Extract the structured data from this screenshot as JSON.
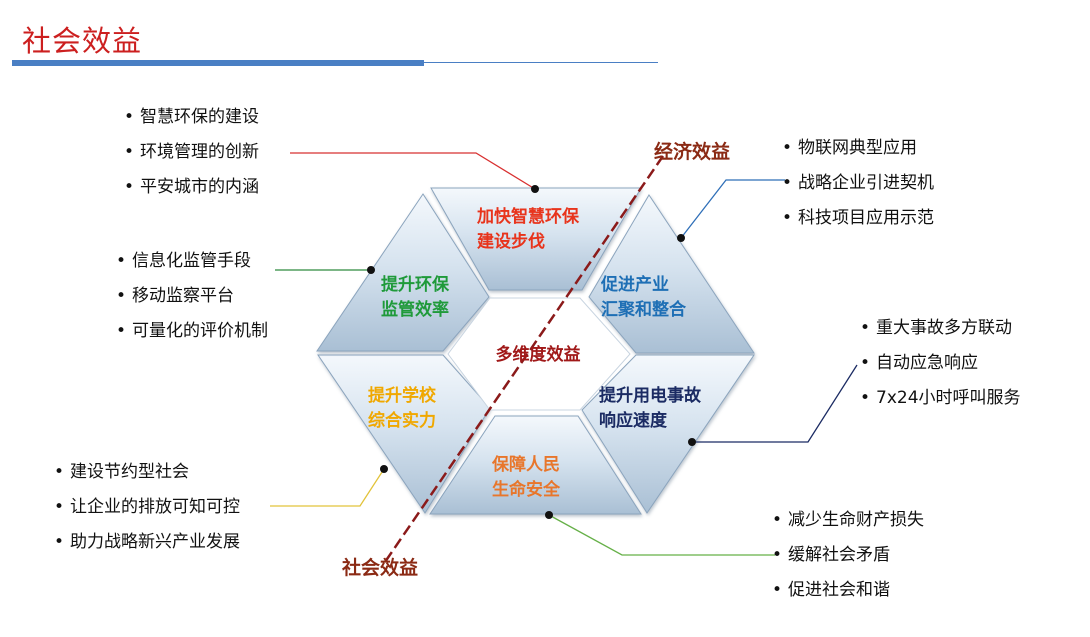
{
  "title": "社会效益",
  "center": "多维度效益",
  "axes": {
    "economic": "经济效益",
    "social": "社会效益"
  },
  "segments": [
    {
      "id": "top",
      "lines": [
        "加快智慧环保",
        "建设步伐"
      ],
      "color": "#e8341c"
    },
    {
      "id": "upper-right",
      "lines": [
        "促进产业",
        "汇聚和整合"
      ],
      "color": "#1e6fb5"
    },
    {
      "id": "lower-right",
      "lines": [
        "提升用电事故",
        "响应速度"
      ],
      "color": "#1b2b63"
    },
    {
      "id": "bottom",
      "lines": [
        "保障人民",
        "生命安全"
      ],
      "color": "#e8762b"
    },
    {
      "id": "lower-left",
      "lines": [
        "提升学校",
        "综合实力"
      ],
      "color": "#f0a800"
    },
    {
      "id": "upper-left",
      "lines": [
        "提升环保",
        "监管效率"
      ],
      "color": "#1f9a3a"
    }
  ],
  "bullet_groups": [
    {
      "id": "top-left",
      "items": [
        "智慧环保的建设",
        "环境管理的创新",
        "平安城市的内涵"
      ]
    },
    {
      "id": "mid-left",
      "items": [
        "信息化监管手段",
        "移动监察平台",
        "可量化的评价机制"
      ]
    },
    {
      "id": "bottom-left",
      "items": [
        "建设节约型社会",
        "让企业的排放可知可控",
        "助力战略新兴产业发展"
      ]
    },
    {
      "id": "top-right",
      "items": [
        "物联网典型应用",
        "战略企业引进契机",
        "科技项目应用示范"
      ]
    },
    {
      "id": "mid-right",
      "items": [
        "重大事故多方联动",
        "自动应急响应",
        "7x24小时呼叫服务"
      ]
    },
    {
      "id": "bottom-right",
      "items": [
        "减少生命财产损失",
        "缓解社会矛盾",
        "促进社会和谐"
      ]
    }
  ],
  "colors": {
    "title": "#cc1f1f",
    "title_rule": "#4a7fc4",
    "segment_fill_light": "#f4f8fc",
    "segment_fill_dark": "#a9bfd4",
    "axis_line": "#8b1a1a"
  }
}
